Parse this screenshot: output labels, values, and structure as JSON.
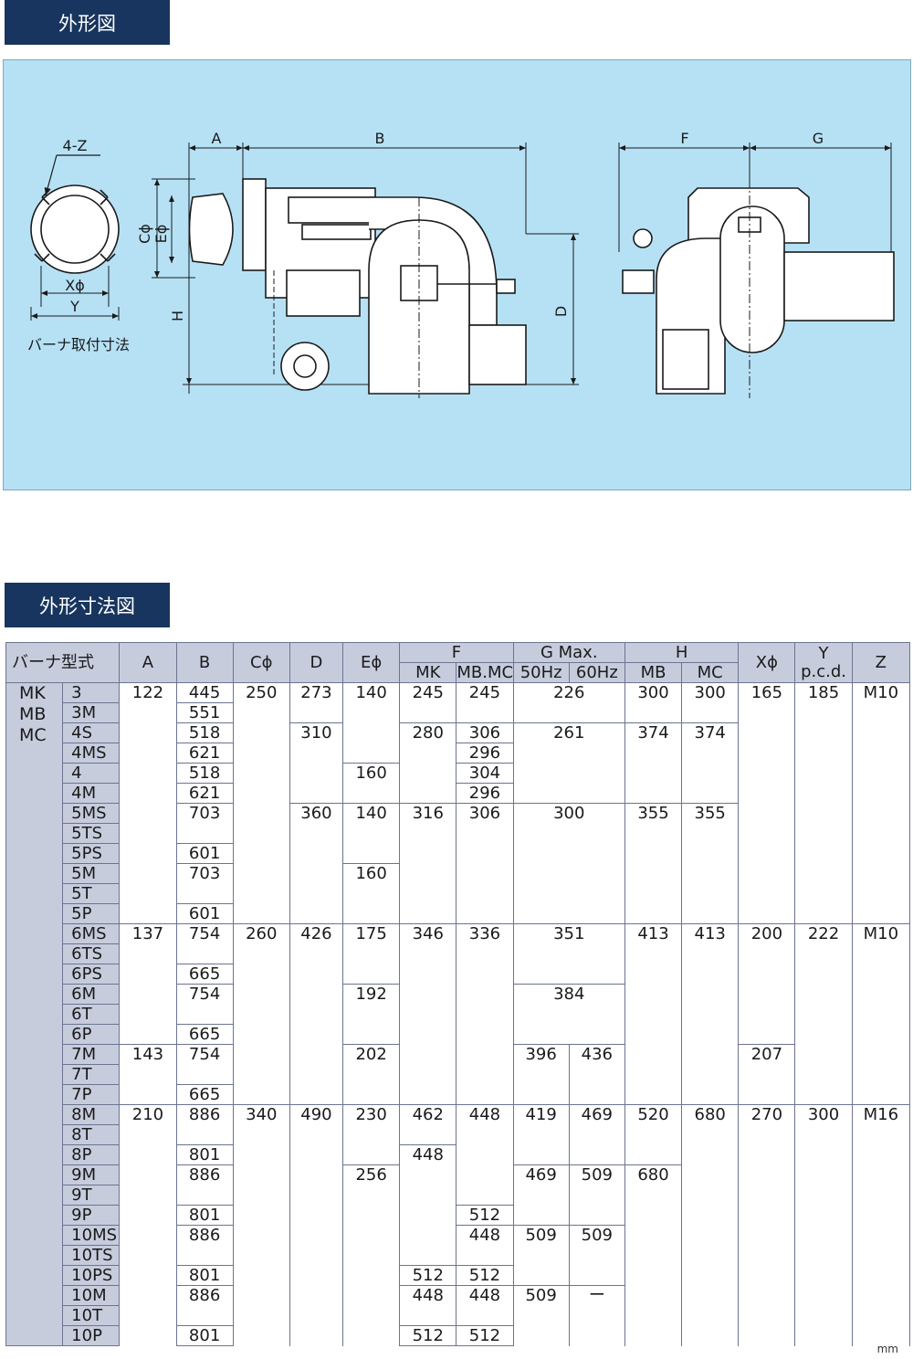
{
  "section1": {
    "title": "外形図"
  },
  "section2": {
    "title": "外形寸法図"
  },
  "figure": {
    "flange_labels": {
      "z": "4-Z",
      "x": "Xϕ",
      "y": "Y",
      "caption": "バーナ取付寸法"
    },
    "dimension_labels": {
      "a": "A",
      "b": "B",
      "c": "Cϕ",
      "e": "Eϕ",
      "h": "H",
      "d": "D",
      "f": "F",
      "g": "G"
    }
  },
  "table": {
    "headers": {
      "model": "バーナ型式",
      "a": "A",
      "b": "B",
      "c": "Cϕ",
      "d": "D",
      "e": "Eϕ",
      "f": "F",
      "f_mk": "MK",
      "f_mbmc": "MB.MC",
      "g": "G Max.",
      "g_50": "50Hz",
      "g_60": "60Hz",
      "h": "H",
      "h_mb": "MB",
      "h_mc": "MC",
      "x": "Xϕ",
      "y": "Y",
      "y_sub": "p.c.d.",
      "z": "Z"
    },
    "series": [
      "MK",
      "MB",
      "MC"
    ],
    "models": [
      "3",
      "3M",
      "4S",
      "4MS",
      "4",
      "4M",
      "5MS",
      "5TS",
      "5PS",
      "5M",
      "5T",
      "5P",
      "6MS",
      "6TS",
      "6PS",
      "6M",
      "6T",
      "6P",
      "7M",
      "7T",
      "7P",
      "8M",
      "8T",
      "8P",
      "9M",
      "9T",
      "9P",
      "10MS",
      "10TS",
      "10PS",
      "10M",
      "10T",
      "10P"
    ],
    "col_a": [
      "122",
      "137",
      "143",
      "210"
    ],
    "col_b": [
      "445",
      "551",
      "518",
      "621",
      "518",
      "621",
      "703",
      "601",
      "703",
      "601",
      "754",
      "665",
      "754",
      "665",
      "754",
      "665",
      "886",
      "801",
      "886",
      "801",
      "886",
      "801",
      "886",
      "801"
    ],
    "col_c": [
      "250",
      "260",
      "340"
    ],
    "col_d": [
      "273",
      "310",
      "360",
      "426",
      "490"
    ],
    "col_e": [
      "140",
      "160",
      "140",
      "160",
      "175",
      "192",
      "202",
      "230",
      "256"
    ],
    "col_f_mk": [
      "245",
      "280",
      "316",
      "346",
      "462",
      "448",
      "512",
      "448",
      "512"
    ],
    "col_f_mbmc": [
      "245",
      "306",
      "296",
      "304",
      "296",
      "306",
      "336",
      "448",
      "512",
      "448",
      "512",
      "448",
      "512"
    ],
    "col_g": [
      "226",
      "261",
      "300",
      "351",
      "384"
    ],
    "col_g_50": [
      "396",
      "419",
      "469",
      "509",
      "509"
    ],
    "col_g_60": [
      "436",
      "469",
      "509",
      "509",
      "ー"
    ],
    "col_h_mb": [
      "300",
      "374",
      "355",
      "413",
      "520",
      "680"
    ],
    "col_h_mc": [
      "300",
      "374",
      "355",
      "413",
      "680"
    ],
    "col_x": [
      "165",
      "200",
      "207",
      "270"
    ],
    "col_y": [
      "185",
      "222",
      "300"
    ],
    "col_z": [
      "M10",
      "M10",
      "M16"
    ]
  },
  "unit": "mm"
}
